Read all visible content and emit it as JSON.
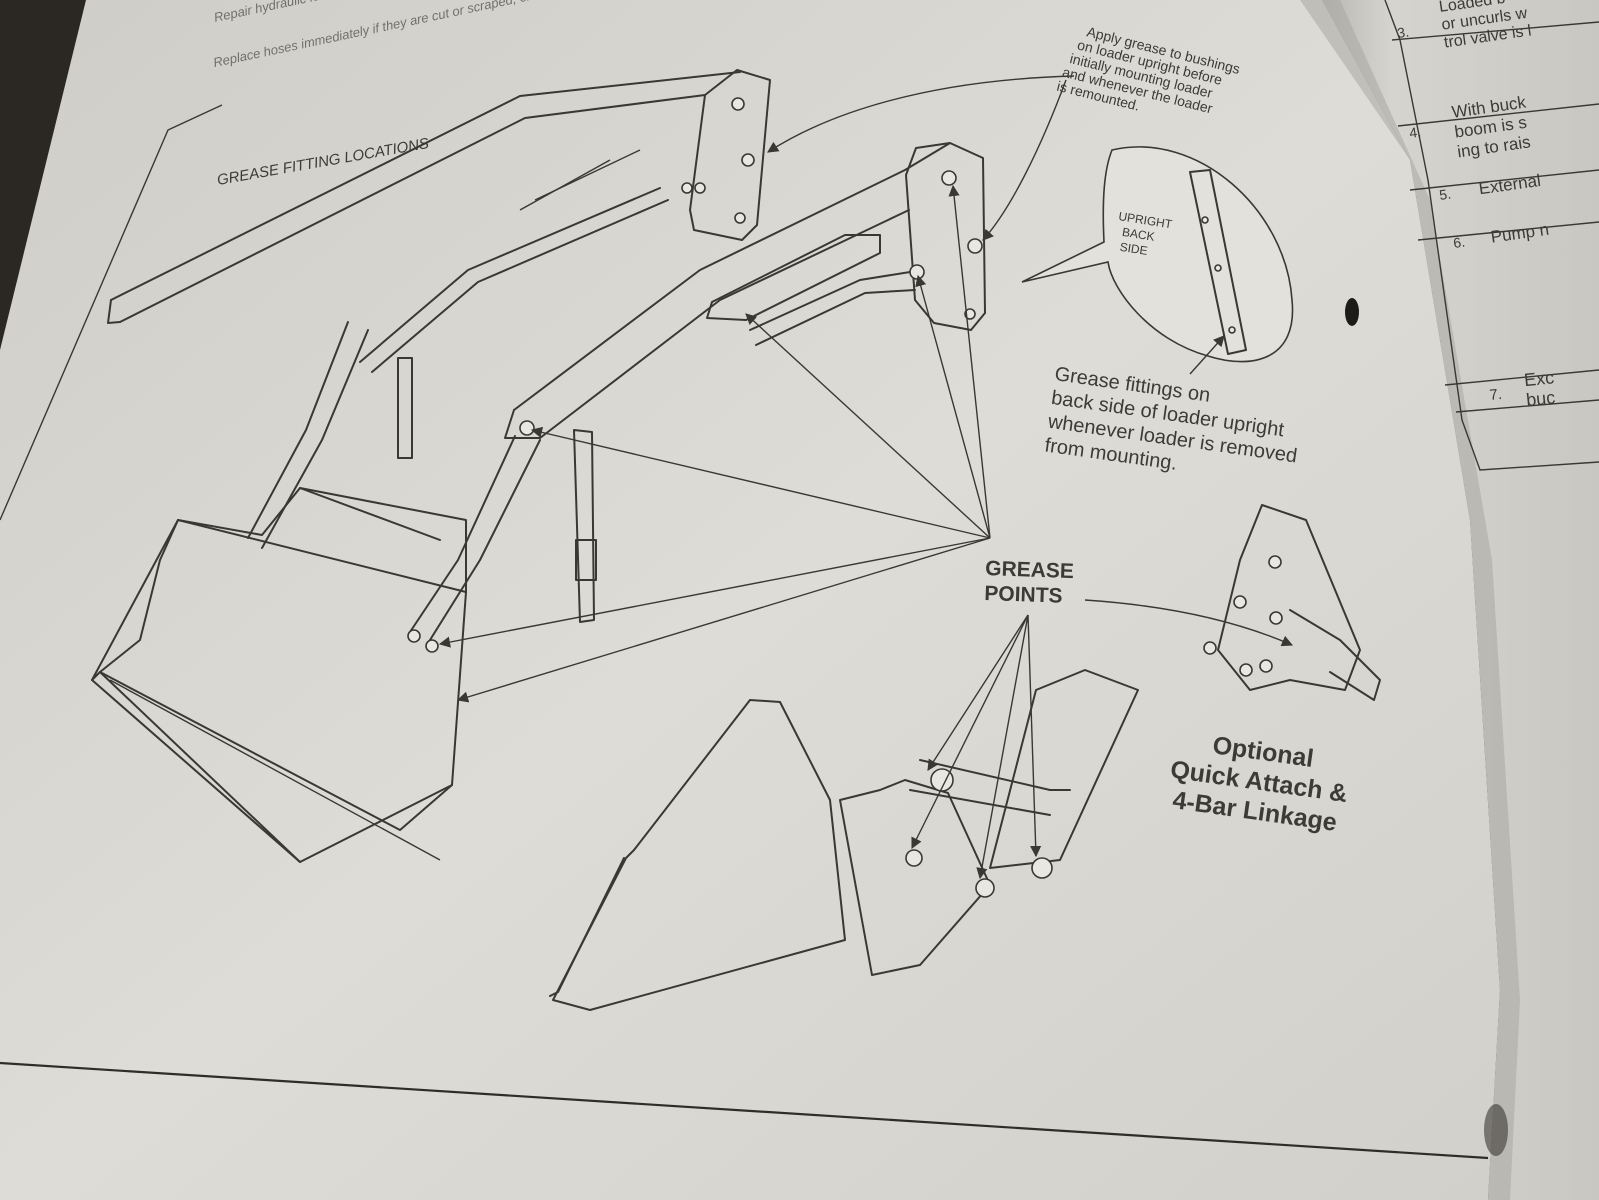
{
  "top_bullets": [
    "Repair hydraulic leaks immediately. Leaks can cause serious personal injury.",
    "Replace hoses immediately if they are cut or scraped, extruded at fittings, or leaking."
  ],
  "figure": {
    "title": "GREASE FITTING LOCATIONS",
    "callout_top": [
      "Apply grease to bushings",
      "on loader upright before",
      "initially mounting loader",
      "and whenever the loader",
      "is remounted."
    ],
    "inset_label": [
      "UPRIGHT",
      "BACK",
      "SIDE"
    ],
    "callout_back": [
      "Grease fittings on",
      "back side of loader upright",
      "whenever loader is removed",
      "from mounting."
    ],
    "grease_points": [
      "GREASE",
      "POINTS"
    ],
    "optional_caption": [
      "Optional",
      "Quick Attach &",
      "4-Bar Linkage"
    ]
  },
  "right_page": {
    "rows": [
      {
        "num": "3.",
        "lines": [
          "Loaded b",
          "or uncurls w",
          "trol valve is l"
        ]
      },
      {
        "num": "4.",
        "lines": [
          "With buck",
          "boom is s",
          "ing to rais"
        ]
      },
      {
        "num": "5.",
        "lines": [
          "External"
        ]
      },
      {
        "num": "6.",
        "lines": [
          "Pump n"
        ]
      },
      {
        "num": "7.",
        "lines": [
          "Exc",
          "buc"
        ]
      }
    ]
  }
}
